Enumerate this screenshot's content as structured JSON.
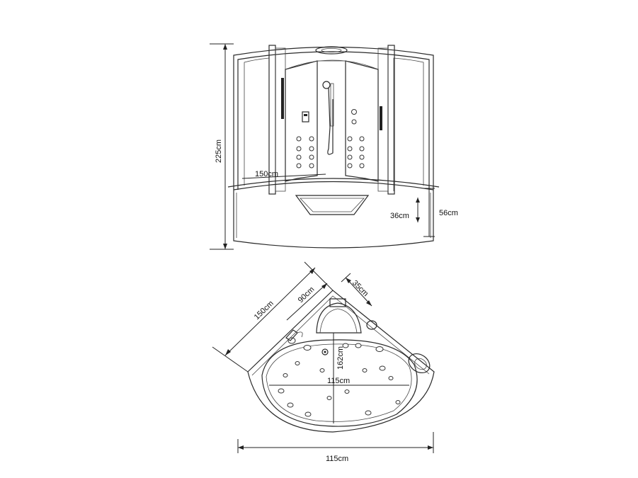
{
  "dimensions": {
    "height_total": "225cm",
    "width_front": "150cm",
    "tub_height": "36cm",
    "base_height": "56cm",
    "diagonal": "150cm",
    "column_depth": "90cm",
    "column_width": "35cm",
    "depth_inner": "162cm",
    "width_inner": "115cm",
    "width_overall": "115cm"
  }
}
